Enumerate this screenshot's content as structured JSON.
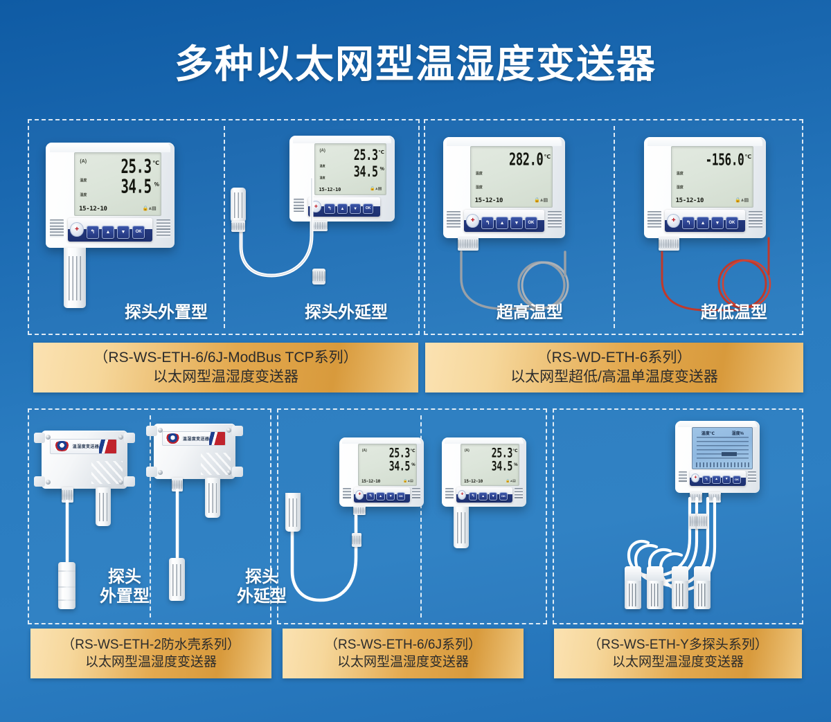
{
  "title": "多种以太网型温湿度变送器",
  "theme": {
    "bg_top": "#0f5ba4",
    "bg_mid": "#2d7fc3",
    "caption_gold_light": "#fbe2b2",
    "caption_gold_dark": "#d89a3c",
    "title_color": "#ffffff",
    "button_bar": "#1d3070"
  },
  "groups": [
    {
      "id": "group-ws-eth-6-modbus",
      "caption_line1": "（RS-WS-ETH-6/6J-ModBus TCP系列）",
      "caption_line2": "以太网型温湿度变送器",
      "items": [
        {
          "label": "探头外置型"
        },
        {
          "label": "探头外延型"
        }
      ]
    },
    {
      "id": "group-wd-eth-6",
      "caption_line1": "（RS-WD-ETH-6系列）",
      "caption_line2": "以太网型超低/高温单温度变送器",
      "items": [
        {
          "label": "超高温型"
        },
        {
          "label": "超低温型"
        }
      ]
    },
    {
      "id": "group-ws-eth-2",
      "caption_line1": "（RS-WS-ETH-2防水壳系列）",
      "caption_line2": "以太网型温湿度变送器",
      "items": [
        {
          "label_line1": "探头",
          "label_line2": "外置型"
        },
        {
          "label_line1": "探头",
          "label_line2": "外延型"
        }
      ]
    },
    {
      "id": "group-ws-eth-6-6j",
      "caption_line1": "（RS-WS-ETH-6/6J系列）",
      "caption_line2": "以太网型温湿度变送器",
      "items": []
    },
    {
      "id": "group-ws-eth-y",
      "caption_line1": "（RS-WS-ETH-Y多探头系列）",
      "caption_line2": "以太网型温湿度变送器",
      "items": []
    }
  ],
  "displays": {
    "d1": {
      "temp": "25.3",
      "temp_unit": "℃",
      "hum": "34.5",
      "hum_unit": "%",
      "date": "15-12-10",
      "tag_temp": "温度",
      "tag_hum": "湿度",
      "status": "(A)"
    },
    "d2": {
      "temp": "25.3",
      "temp_unit": "℃",
      "hum": "34.5",
      "hum_unit": "%",
      "date": "15-12-10",
      "tag_temp": "温度",
      "tag_hum": "湿度",
      "status": "(A)"
    },
    "d3": {
      "temp": "282.0",
      "temp_unit": "℃",
      "hum": "",
      "hum_unit": "",
      "date": "15-12-10",
      "tag_temp": "温度",
      "tag_hum": "湿度",
      "status": ""
    },
    "d4": {
      "temp": "-156.0",
      "temp_unit": "℃",
      "hum": "",
      "hum_unit": "",
      "date": "15-12-10",
      "tag_temp": "温度",
      "tag_hum": "湿度",
      "status": ""
    },
    "d5": {
      "temp": "25.3",
      "temp_unit": "℃",
      "hum": "34.5",
      "hum_unit": "%",
      "date": "15-12-10",
      "tag_temp": "温度",
      "tag_hum": "湿度",
      "status": "(A)"
    },
    "d6": {
      "temp": "25.3",
      "temp_unit": "℃",
      "hum": "34.5",
      "hum_unit": "%",
      "date": "15-12-10",
      "tag_temp": "温度",
      "tag_hum": "湿度",
      "status": "(A)"
    },
    "d7": {
      "col_temp": "温度℃",
      "col_hum": "湿度%"
    }
  },
  "keys": {
    "back": "↰",
    "up": "▲",
    "down": "▼",
    "ok": "OK"
  },
  "sticker": {
    "title": "温湿度变送器",
    "logo": "brand-logo"
  }
}
